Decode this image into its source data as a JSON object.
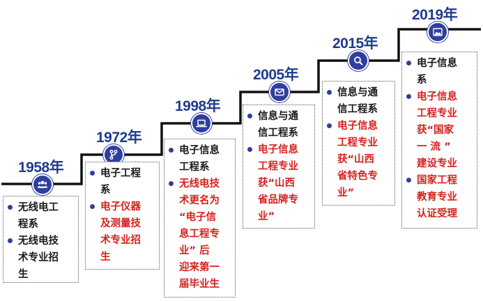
{
  "accent_color": "#2f3f9e",
  "line_color": "#111111",
  "year_color": "#1f3b8f",
  "highlight_color": "#d4221f",
  "milestones": [
    {
      "year": "1958年",
      "icon": "people-icon",
      "items": [
        {
          "text": "无线电工\n程系",
          "color": "black"
        },
        {
          "text": "无线电技\n术专业招\n生",
          "color": "black"
        }
      ]
    },
    {
      "year": "1972年",
      "icon": "branch-icon",
      "items": [
        {
          "text": "电子工程\n系",
          "color": "black"
        },
        {
          "text": "电子仪器\n及测量技\n术专业招\n生",
          "color": "red"
        }
      ]
    },
    {
      "year": "1998年",
      "icon": "laptop-icon",
      "items": [
        {
          "text": "电子信息\n工程系",
          "color": "black"
        },
        {
          "text": "无线电技\n术更名为\n“电子信\n息工程专\n业”  后\n迎来第一\n届毕业生",
          "color": "red"
        }
      ]
    },
    {
      "year": "2005年",
      "icon": "mail-icon",
      "items": [
        {
          "text": "信息与通\n信工程系",
          "color": "black"
        },
        {
          "text": "电子信息\n工程专业\n获“山西\n省品牌专\n业”",
          "color": "red"
        }
      ]
    },
    {
      "year": "2015年",
      "icon": "search-icon",
      "items": [
        {
          "text": "信息与通\n信工程系",
          "color": "black"
        },
        {
          "text": "电子信息\n工程专业\n获“山西\n省特色专\n业”",
          "color": "red"
        }
      ]
    },
    {
      "year": "2019年",
      "icon": "image-icon",
      "items": [
        {
          "text": "电子信息\n系",
          "color": "black"
        },
        {
          "text": "电子信息\n工程专业\n获“国家\n一 流 ”\n建设专业",
          "color": "red"
        },
        {
          "text": "国家工程\n教育专业\n认证受理",
          "color": "red"
        }
      ]
    }
  ]
}
